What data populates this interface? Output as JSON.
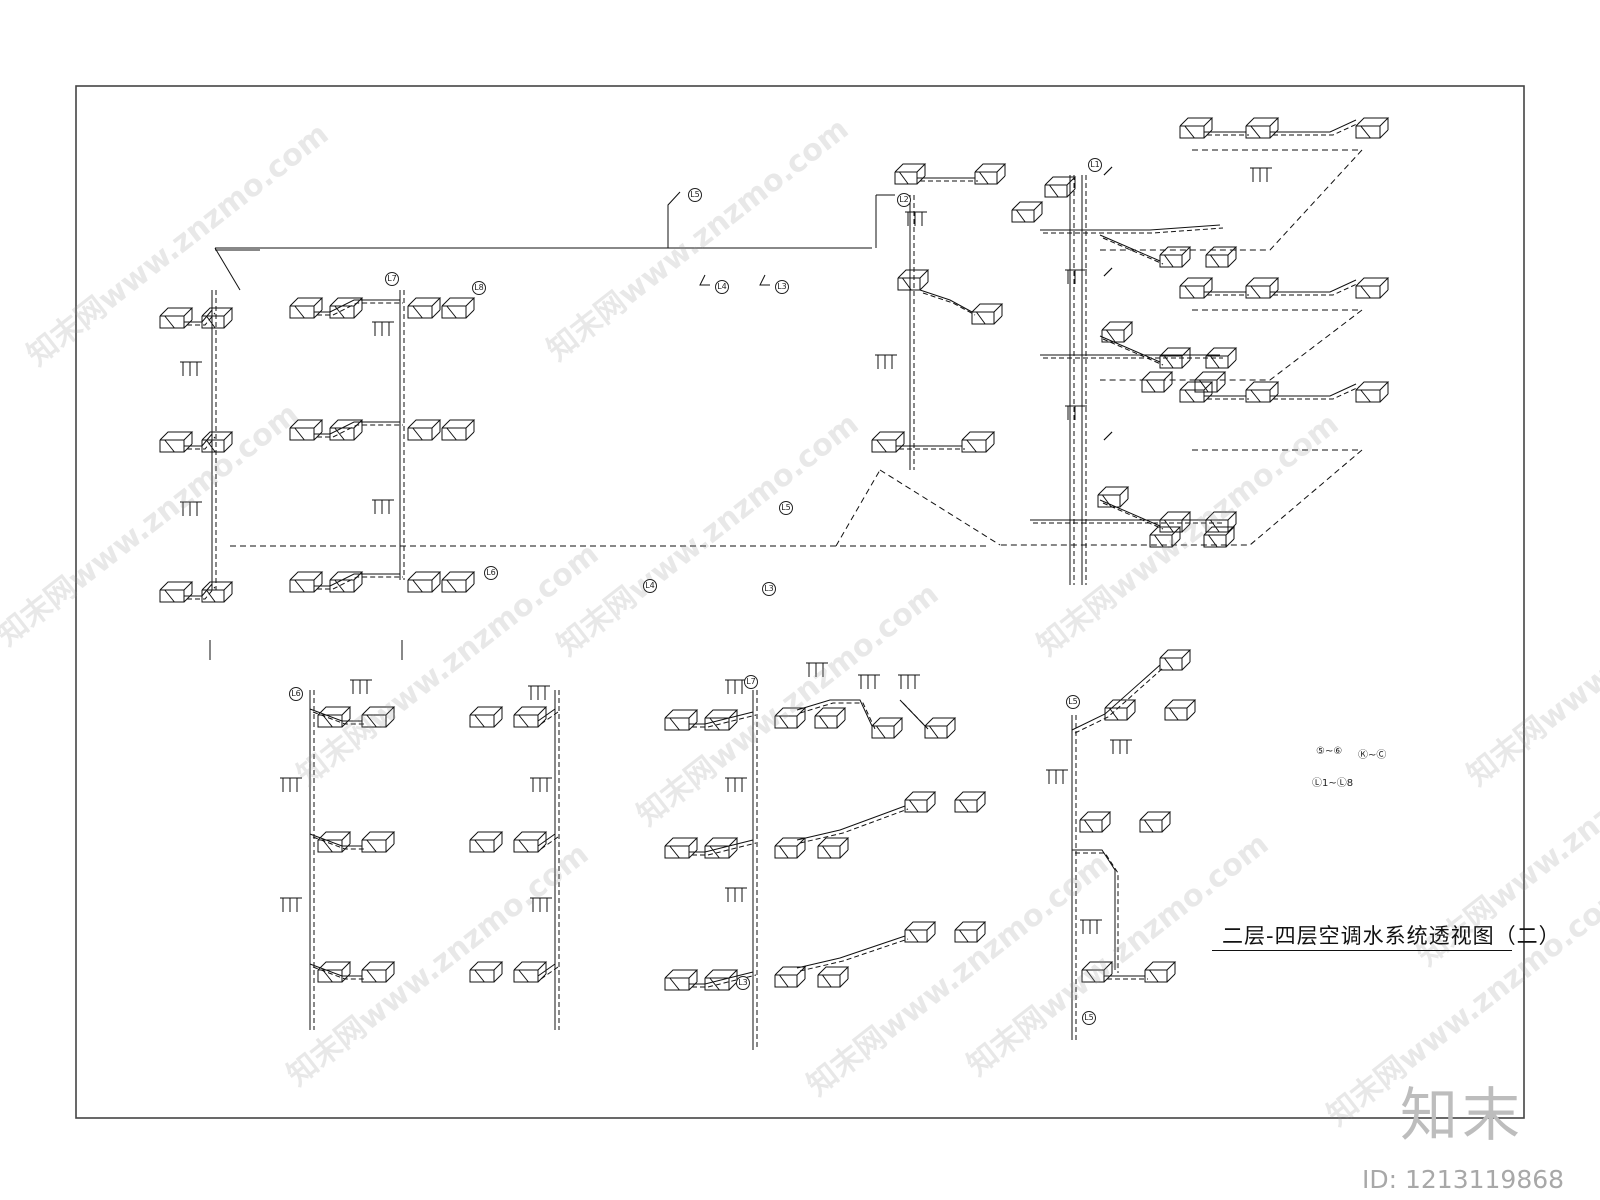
{
  "drawing": {
    "title": "二层-四层空调水系统透视图（二）",
    "logo": "知末",
    "image_id": "ID: 1213119868",
    "watermark": "知末网www.znzmo.com",
    "line_color": "#111111",
    "frame_color": "#444444"
  },
  "legend": {
    "tags": [
      "⑤~⑥",
      "Ⓚ~Ⓒ",
      "Ⓛ1~Ⓛ8"
    ]
  },
  "pipe_tags": {
    "labels": [
      "L5",
      "L4",
      "L3",
      "L7",
      "L8",
      "L1",
      "L2",
      "L6",
      "L5",
      "L4",
      "L3",
      "L6",
      "L7",
      "L3",
      "L5",
      "L5"
    ]
  }
}
